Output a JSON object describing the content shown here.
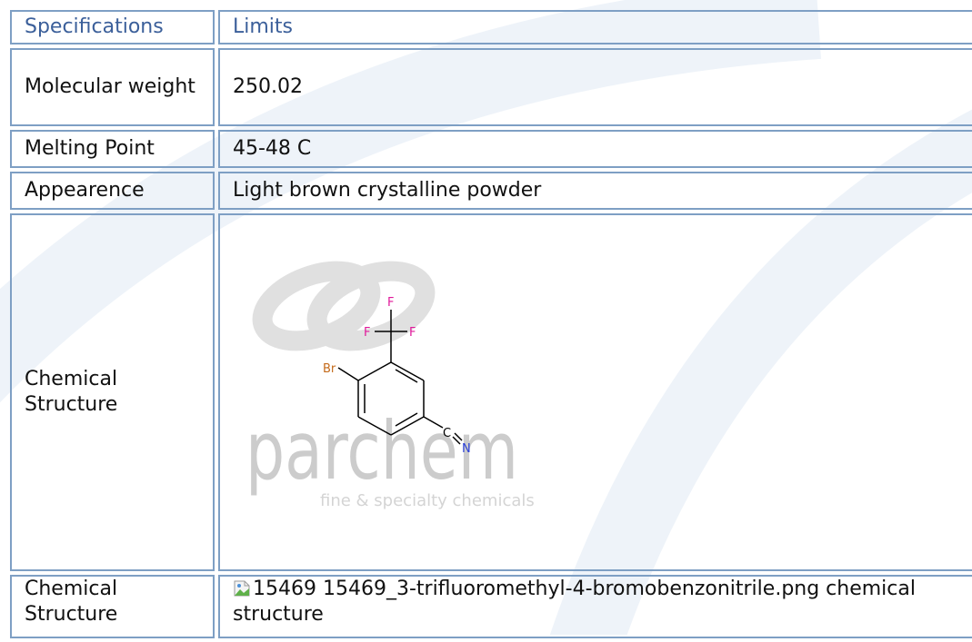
{
  "table": {
    "header": {
      "col1": "Specifications",
      "col2": "Limits"
    },
    "rows": [
      {
        "label": "Molecular weight",
        "value": "250.02"
      },
      {
        "label": "Melting Point",
        "value": "45-48 C"
      },
      {
        "label": "Appearence",
        "value": "Light brown crystalline powder"
      },
      {
        "label": "Chemical Structure",
        "value": ""
      },
      {
        "label": "Chemical Structure",
        "value": "15469 15469_3-trifluoromethyl-4-bromobenzonitrile.png chemical structure"
      }
    ]
  },
  "structure": {
    "atoms": {
      "f_top": "F",
      "f_left": "F",
      "f_right": "F",
      "br": "Br",
      "c": "C",
      "n": "N"
    },
    "watermark": {
      "brand": "parchem",
      "tagline": "fine & specialty chemicals"
    }
  },
  "colors": {
    "border": "#7e9fc4",
    "header_text": "#3b5f9a",
    "fluorine": "#e0189a",
    "bromine": "#c46a1a",
    "nitrogen": "#2a3fd6",
    "watermark": "#c8c8c8"
  }
}
